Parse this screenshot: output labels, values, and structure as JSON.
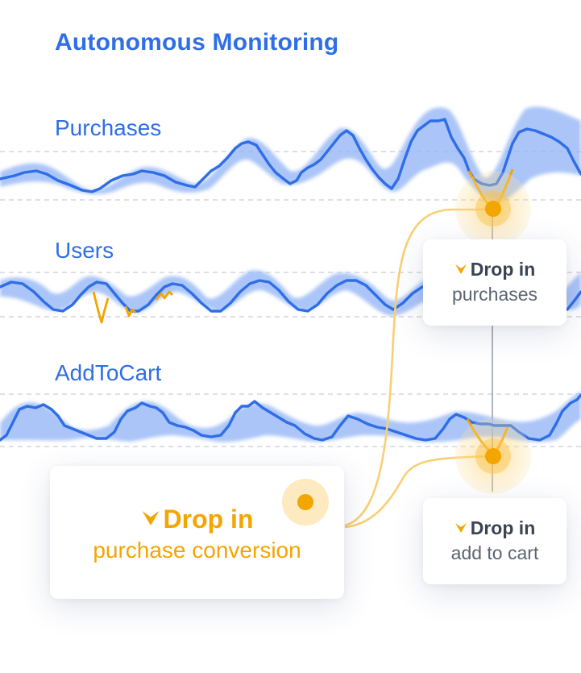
{
  "title": "Autonomous Monitoring",
  "metrics": [
    {
      "label": "Purchases"
    },
    {
      "label": "Users"
    },
    {
      "label": "AddToCart"
    }
  ],
  "alerts": {
    "main": {
      "head": "Drop in",
      "sub": "purchase conversion",
      "chevron": "chevron-down-icon"
    },
    "purchases": {
      "head": "Drop in",
      "sub": "purchases",
      "chevron": "chevron-down-icon"
    },
    "add_to_cart": {
      "head": "Drop in",
      "sub": "add to cart",
      "chevron": "chevron-down-icon"
    }
  },
  "colors": {
    "series": "#2f6ee6",
    "band": "#8fb2f5",
    "anomaly": "#f3a500",
    "connector": "#f8cf73",
    "guide": "#c9ced6"
  }
}
